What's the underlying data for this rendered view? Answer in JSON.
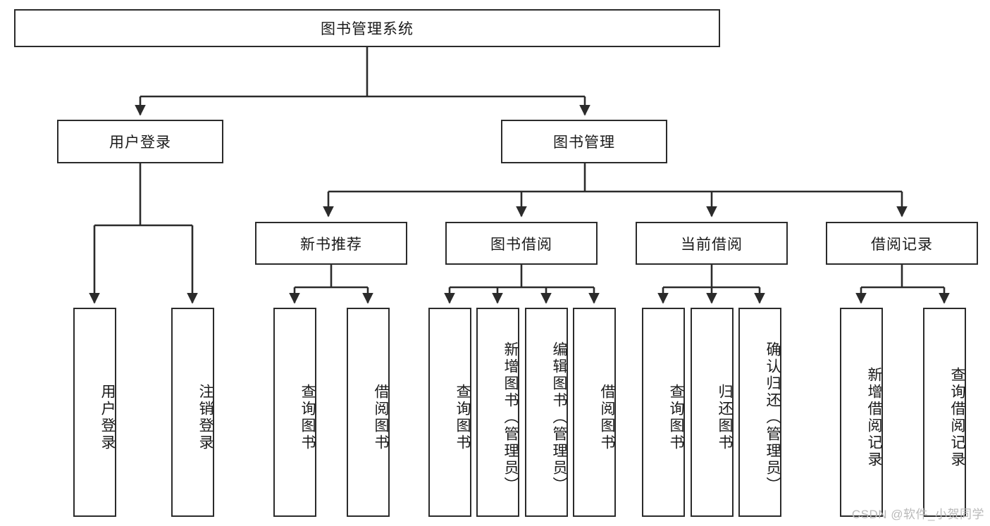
{
  "diagram": {
    "title": "图书管理系统",
    "type": "tree-hierarchy",
    "root": {
      "label": "图书管理系统"
    },
    "level2": [
      {
        "label": "用户登录"
      },
      {
        "label": "图书管理"
      }
    ],
    "level3": [
      {
        "label": "新书推荐"
      },
      {
        "label": "图书借阅"
      },
      {
        "label": "当前借阅"
      },
      {
        "label": "借阅记录"
      }
    ],
    "leaves": {
      "user_login": [
        {
          "label": "用户登录"
        },
        {
          "label": "注销登录"
        }
      ],
      "new_book_recommend": [
        {
          "label": "查询图书"
        },
        {
          "label": "借阅图书"
        }
      ],
      "book_borrow": [
        {
          "label": "查询图书"
        },
        {
          "label": "新增图书（管理员）"
        },
        {
          "label": "编辑图书（管理员）"
        },
        {
          "label": "借阅图书"
        }
      ],
      "current_borrow": [
        {
          "label": "查询图书"
        },
        {
          "label": "归还图书"
        },
        {
          "label": "确认归还（管理员）"
        }
      ],
      "borrow_record": [
        {
          "label": "新增借阅记录"
        },
        {
          "label": "查询借阅记录"
        }
      ]
    }
  },
  "watermark": "CSDN @软件_小贺同学",
  "colors": {
    "stroke": "#2b2b2b",
    "fill": "#ffffff",
    "text": "#1a1a1a",
    "watermark": "#b9b9b9"
  }
}
